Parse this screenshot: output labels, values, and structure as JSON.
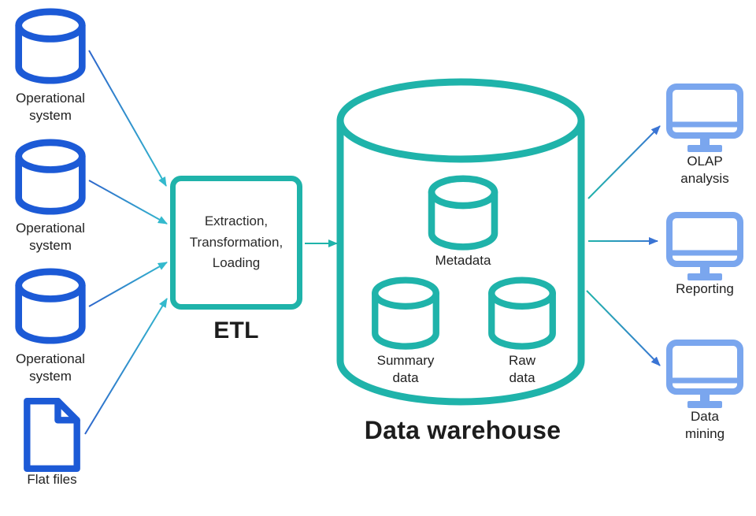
{
  "colors": {
    "source_blue": "#1c5ad6",
    "teal": "#1fb3aa",
    "monitor_blue": "#7aa6ee",
    "arrow_blue": "#3a74d4",
    "arrow_cyan": "#33b9cd",
    "text_dark": "#212121"
  },
  "sources": [
    {
      "label": "Operational system",
      "icon": "database-icon"
    },
    {
      "label": "Operational system",
      "icon": "database-icon"
    },
    {
      "label": "Operational system",
      "icon": "database-icon"
    },
    {
      "label": "Flat files",
      "icon": "document-icon"
    }
  ],
  "etl": {
    "box_label": "Extraction, Transformation, Loading",
    "title": "ETL"
  },
  "warehouse": {
    "title": "Data warehouse",
    "stores": [
      {
        "label": "Metadata"
      },
      {
        "label": "Summary data"
      },
      {
        "label": "Raw data"
      }
    ]
  },
  "outputs": [
    {
      "label": "OLAP analysis",
      "icon": "monitor-icon"
    },
    {
      "label": "Reporting",
      "icon": "monitor-icon"
    },
    {
      "label": "Data mining",
      "icon": "monitor-icon"
    }
  ]
}
